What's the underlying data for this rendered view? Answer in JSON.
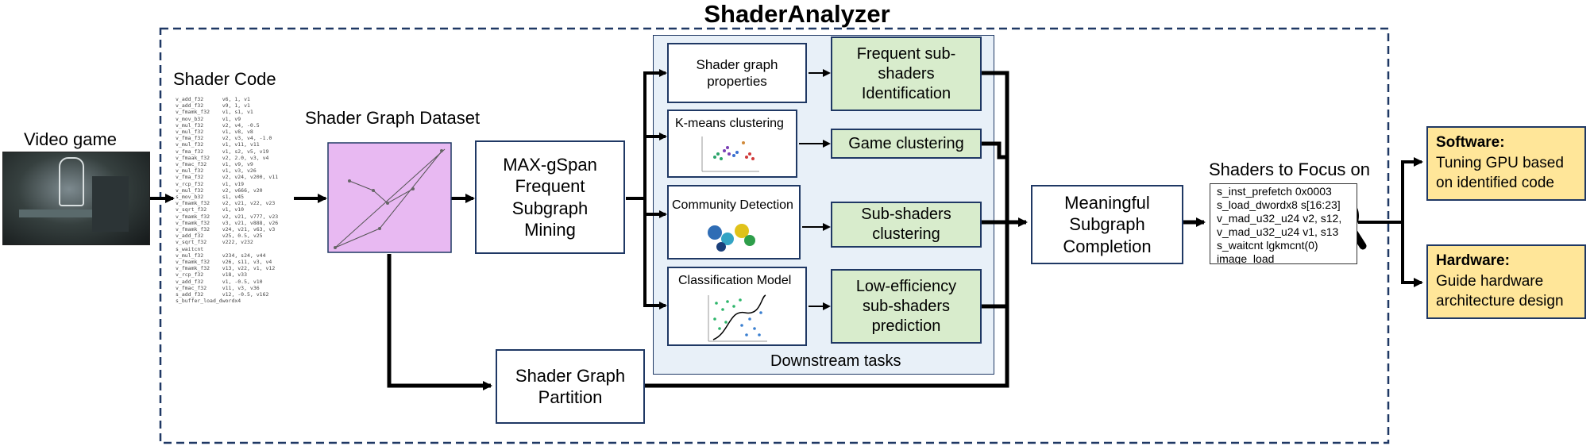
{
  "title": "ShaderAnalyzer",
  "video_game": {
    "label": "Video game"
  },
  "shader_code": {
    "label": "Shader Code",
    "lines": [
      "v_add_f32      v6, 1, v1",
      "v_add_f32      v9, 1, v1",
      "v_fmamk_f32    v1, s1, v1",
      "v_mov_b32      v1, v9",
      "v_mul_f32      v2, v4, -0.5",
      "v_mul_f32      v1, v8, v8",
      "v_fma_f32      v2, v3, v4, -1.0",
      "v_mul_f32      v1, v11, v11",
      "v_fma_f32      v1, s2, v5, v19",
      "v_fmaak_f32    v2, 2.0, v3, v4",
      "v_fmac_f32     v1, v9, v9",
      "v_mul_f32      v1, v3, v26",
      "v_fma_f32      v2, v24, v200, v11",
      "v_rcp_f32      v1, v19",
      "v_mul_f32      v2, v666, v20",
      "s_mov_b32      s1, v45",
      "v_fmamk_f32    v2, v21, v22, v23",
      "v_sqrt_f32     v1, v10",
      "v_fmamk_f32    v2, v21, v777, v23",
      "v_fmamk_f32    v3, v21, v888, v26",
      "v_fmamk_f32    v24, v21, v63, v3",
      "v_add_f32      v25, 0.5, v25",
      "v_sqrt_f32     v222, v232",
      "s_waitcnt",
      "v_mul_f32      v234, s24, v44",
      "v_fmamk_f32    v26, s11, v3, v4",
      "v_fmamk_f32    v13, v22, v1, v12",
      "v_rcp_f32      v18, v33",
      "v_add_f32      v1, -0.5, v10",
      "v_fmac_f32     v11, v3, v36",
      "s_add_f32      v12, -0.5, v162",
      "s_buffer_load_dwordx4"
    ]
  },
  "dataset": {
    "label": "Shader Graph Dataset"
  },
  "mining": {
    "label": "MAX-gSpan Frequent Subgraph Mining"
  },
  "partition": {
    "label": "Shader Graph Partition"
  },
  "downstream": {
    "label": "Downstream tasks",
    "graph_props": "Shader graph properties",
    "kmeans": "K-means clustering",
    "community": "Community Detection",
    "classification": "Classification Model",
    "frequent": "Frequent sub-shaders Identification",
    "game_clustering": "Game clustering",
    "sub_clustering": "Sub-shaders clustering",
    "low_eff": "Low-efficiency sub-shaders prediction"
  },
  "completion": {
    "label": "Meaningful Subgraph Completion"
  },
  "focus": {
    "label": "Shaders to Focus on",
    "lines": [
      "s_inst_prefetch 0x0003",
      "s_load_dwordx8 s[16:23]",
      "v_mad_u32_u24 v2, s12,",
      "v_mad_u32_u24 v1, s13",
      "s_waitcnt lgkmcnt(0)",
      "image_load"
    ]
  },
  "software": {
    "title": "Software:",
    "text": "Tuning GPU based on identified code"
  },
  "hardware": {
    "title": "Hardware:",
    "text": "Guide hardware architecture design"
  },
  "colors": {
    "border": "#1f3864",
    "green": "#d8eccc",
    "yellow": "#ffe699",
    "purple": "#e8b9f2",
    "panel": "#e8f0f8"
  }
}
